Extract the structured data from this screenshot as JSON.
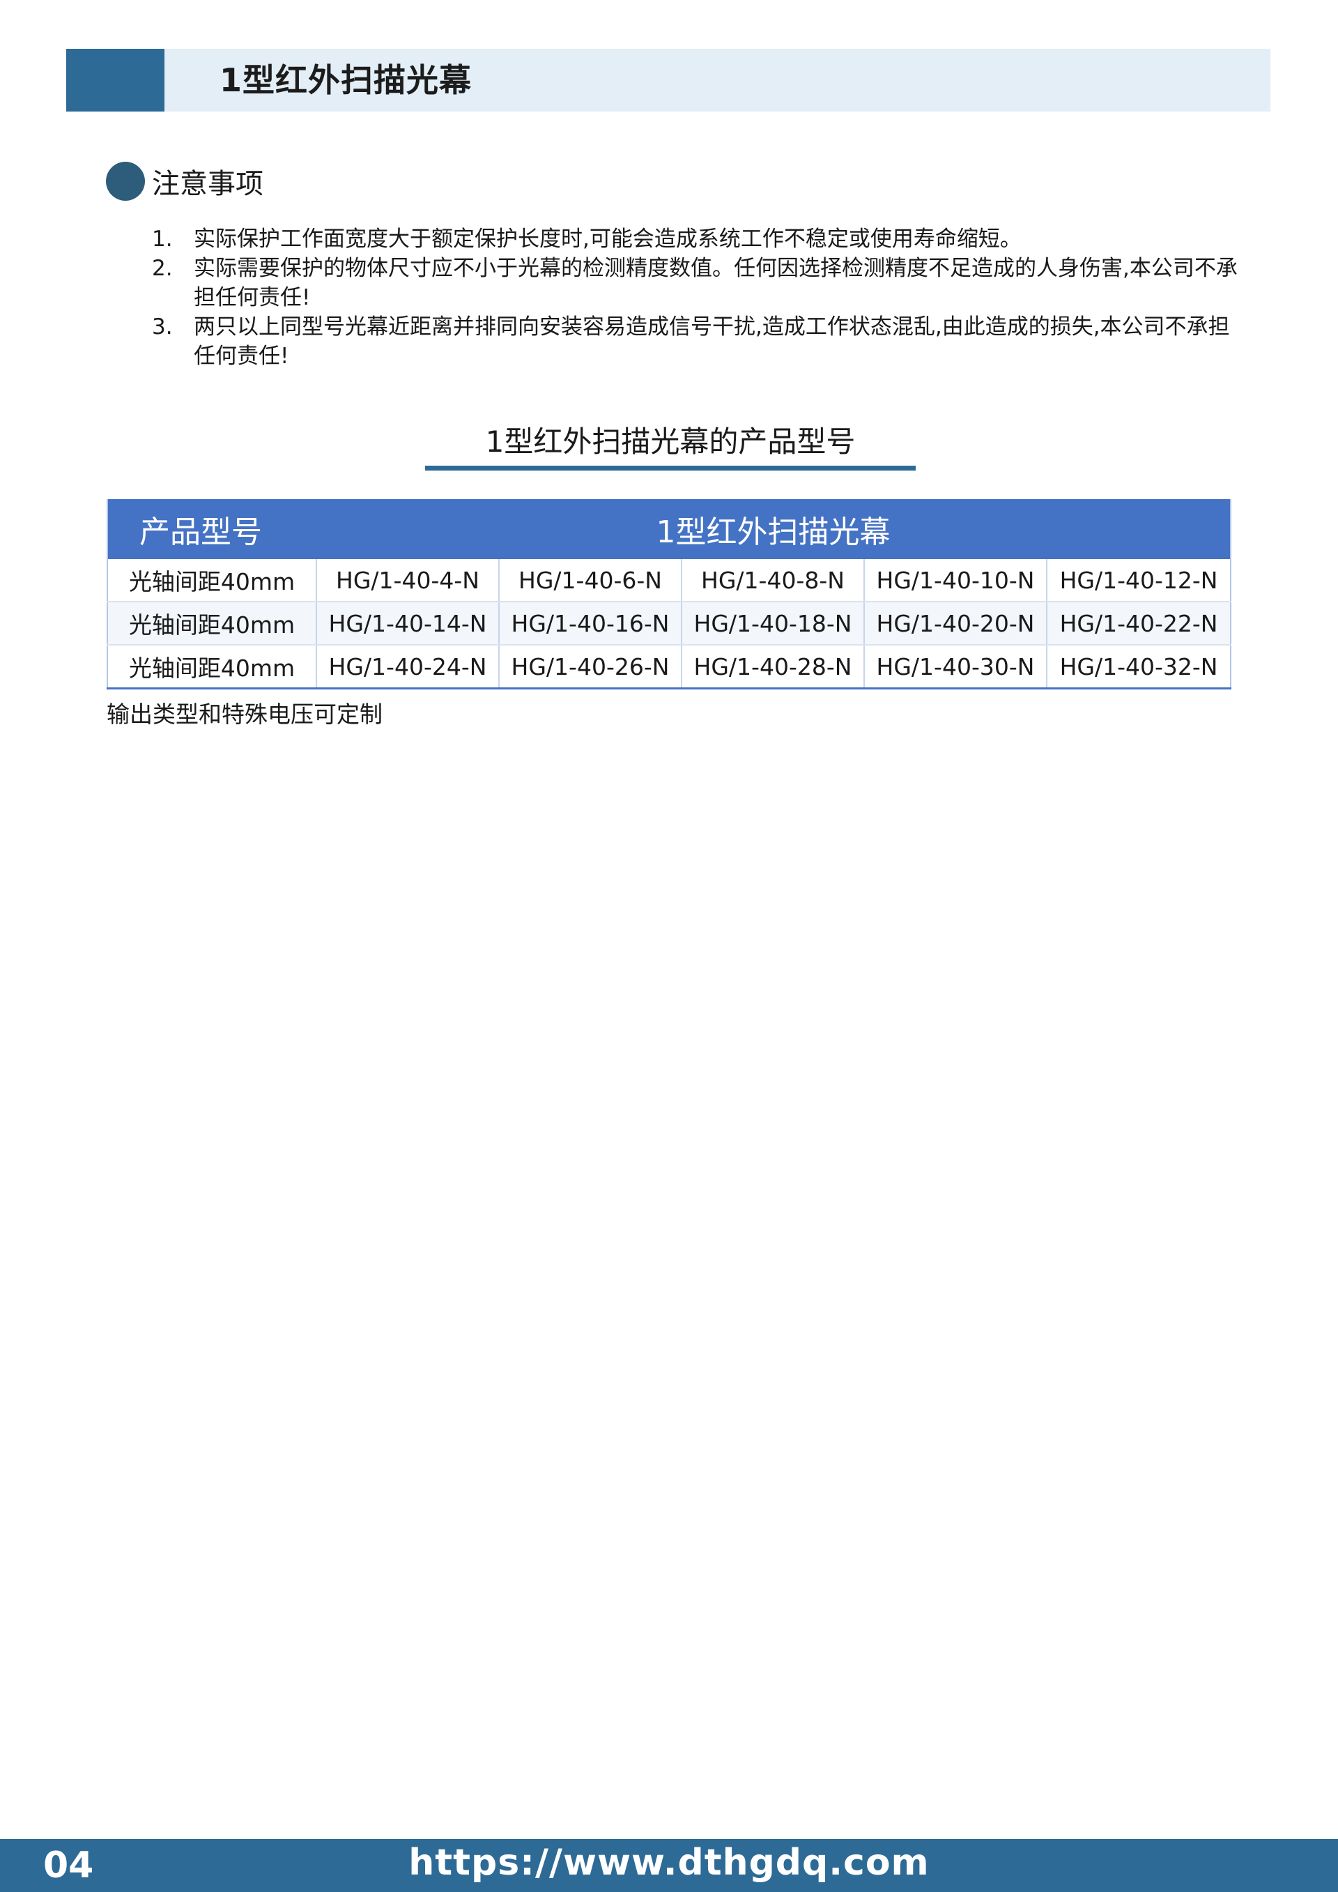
{
  "header": {
    "title": "1型红外扫描光幕"
  },
  "notes": {
    "heading": "注意事项",
    "items": [
      {
        "num": "1.",
        "text": "实际保护工作面宽度大于额定保护长度时,可能会造成系统工作不稳定或使用寿命缩短。"
      },
      {
        "num": "2.",
        "text": "实际需要保护的物体尺寸应不小于光幕的检测精度数值。任何因选择检测精度不足造成的人身伤害,本公司不承担任何责任!"
      },
      {
        "num": "3.",
        "text": "两只以上同型号光幕近距离并排同向安装容易造成信号干扰,造成工作状态混乱,由此造成的损失,本公司不承担任何责任!"
      }
    ]
  },
  "section": {
    "title": "1型红外扫描光幕的产品型号"
  },
  "table": {
    "header_left": "产品型号",
    "header_right": "1型红外扫描光幕",
    "rows": [
      [
        "光轴间距40mm",
        "HG/1-40-4-N",
        "HG/1-40-6-N",
        "HG/1-40-8-N",
        "HG/1-40-10-N",
        "HG/1-40-12-N"
      ],
      [
        "光轴间距40mm",
        "HG/1-40-14-N",
        "HG/1-40-16-N",
        "HG/1-40-18-N",
        "HG/1-40-20-N",
        "HG/1-40-22-N"
      ],
      [
        "光轴间距40mm",
        "HG/1-40-24-N",
        "HG/1-40-26-N",
        "HG/1-40-28-N",
        "HG/1-40-30-N",
        "HG/1-40-32-N"
      ]
    ],
    "note": "输出类型和特殊电压可定制"
  },
  "footer": {
    "page_number": "04",
    "url": "https://www.dthgdq.com"
  },
  "colors": {
    "header_band": "#e3eef6",
    "accent_blue": "#2d6a96",
    "table_header": "#4472c4",
    "bullet": "#2e5d7c"
  }
}
